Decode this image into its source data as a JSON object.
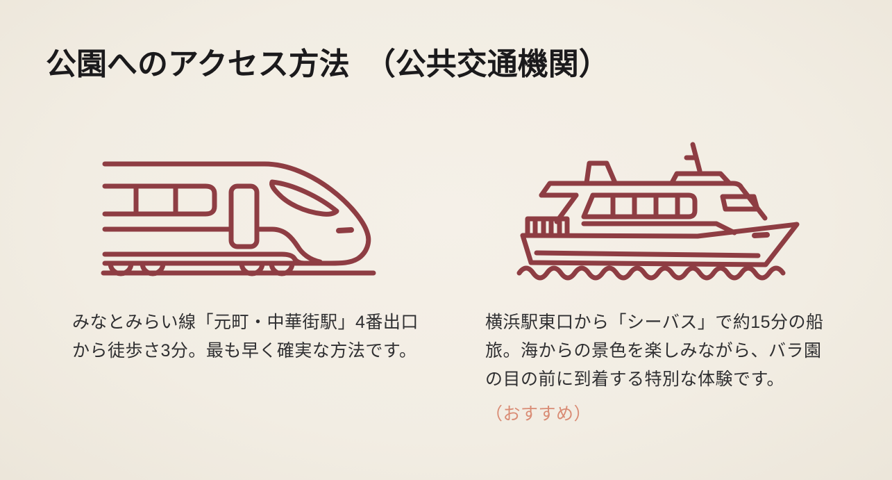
{
  "title": {
    "text": "公園へのアクセス方法　（公共交通機関）"
  },
  "colors": {
    "bg": "#f2ede3",
    "line": "#8e3d43",
    "title": "#1b1a1c",
    "body": "#2f2f31",
    "accent": "#d98c75"
  },
  "columns": [
    {
      "icon": "train-icon",
      "caption": "みなとみらい線「元町・中華街駅」4番出口から徒歩さ3分。最も早く確実な方法です。"
    },
    {
      "icon": "ferry-icon",
      "caption": "横浜駅東口から「シーバス」で約15分の船旅。海からの景色を楽しみながら、バラ園の目の前に到着する特別な体験です。",
      "badge": "（おすすめ）"
    }
  ]
}
